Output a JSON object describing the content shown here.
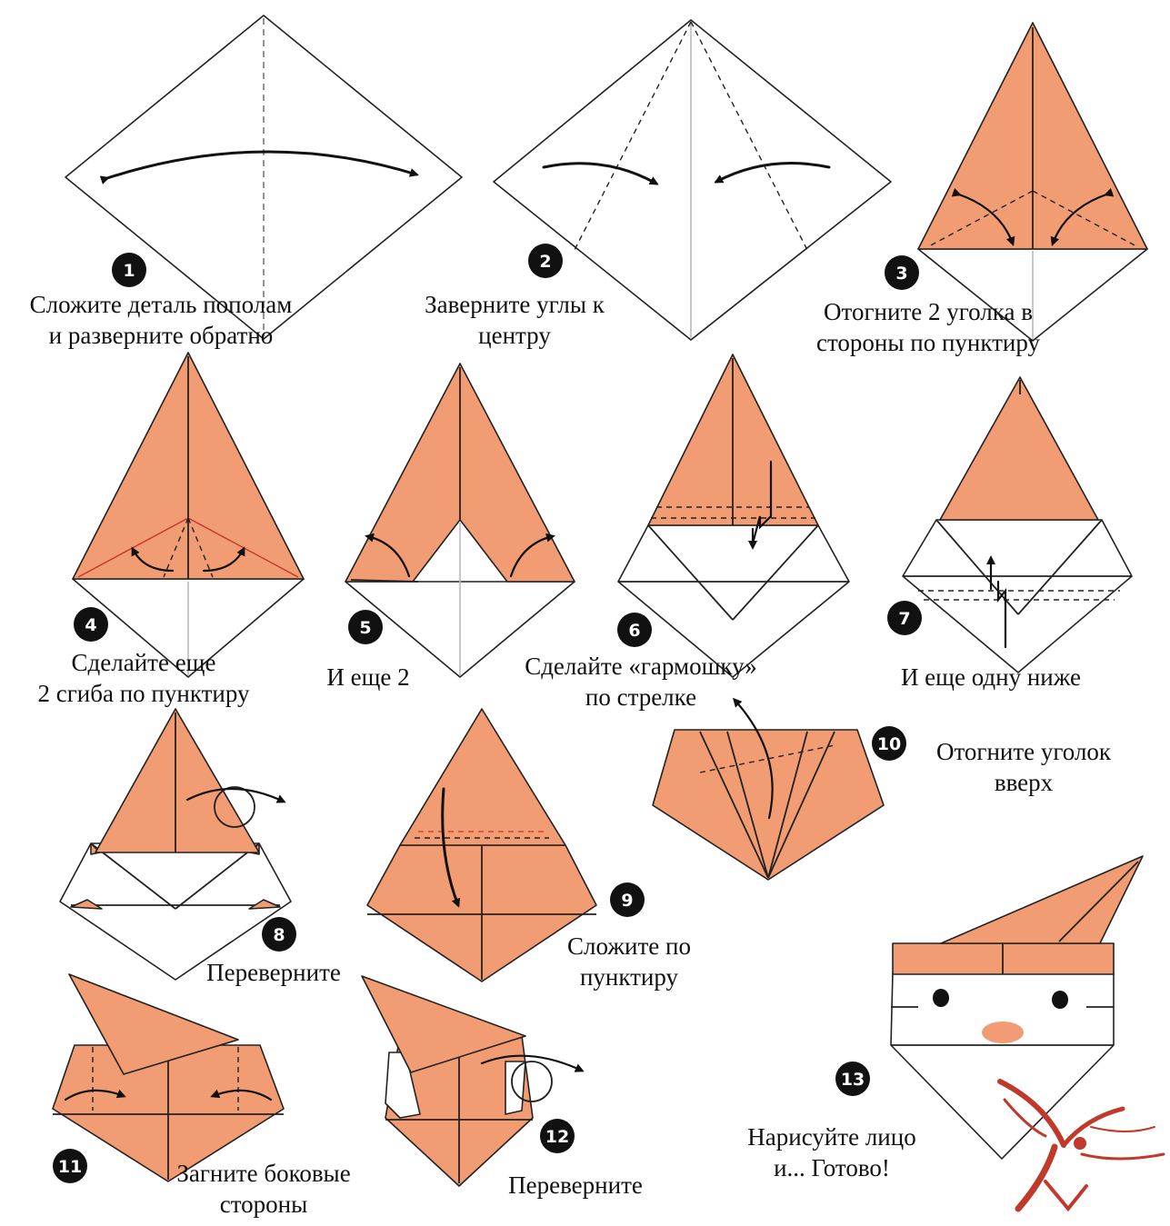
{
  "steps": [
    {
      "number": "1",
      "caption_line1": "Сложите деталь пополам",
      "caption_line2": "и разверните обратно"
    },
    {
      "number": "2",
      "caption_line1": "Заверните углы к",
      "caption_line2": "центру"
    },
    {
      "number": "3",
      "caption_line1": "Отогните 2 уголка в",
      "caption_line2": "стороны по пунктиру"
    },
    {
      "number": "4",
      "caption_line1": "Сделайте еще",
      "caption_line2": "2 сгиба по пунктиру"
    },
    {
      "number": "5",
      "caption_line1": "И еще 2",
      "caption_line2": ""
    },
    {
      "number": "6",
      "caption_line1": "Сделайте «гармошку»",
      "caption_line2": "по стрелке"
    },
    {
      "number": "7",
      "caption_line1": "И еще одну ниже",
      "caption_line2": ""
    },
    {
      "number": "8",
      "caption_line1": "Переверните",
      "caption_line2": ""
    },
    {
      "number": "9",
      "caption_line1": "Сложите по",
      "caption_line2": "пунктиру"
    },
    {
      "number": "10",
      "caption_line1": "Отогните уголок",
      "caption_line2": "вверх"
    },
    {
      "number": "11",
      "caption_line1": "Загните боковые",
      "caption_line2": "стороны"
    },
    {
      "number": "12",
      "caption_line1": "Переверните",
      "caption_line2": ""
    },
    {
      "number": "13",
      "caption_line1": "Нарисуйте лицо",
      "caption_line2": "и... Готово!"
    }
  ],
  "colors": {
    "paper": "#f29c73",
    "outline": "#222222",
    "badge": "#111111",
    "nose": "#f29c73",
    "logo": "#c0392b"
  },
  "icons": {
    "step_badge": "black-circle-number-icon",
    "fold_arrow": "curved-arrow-icon",
    "flip": "turn-over-loop-icon",
    "logo": "bird-logo-icon"
  }
}
